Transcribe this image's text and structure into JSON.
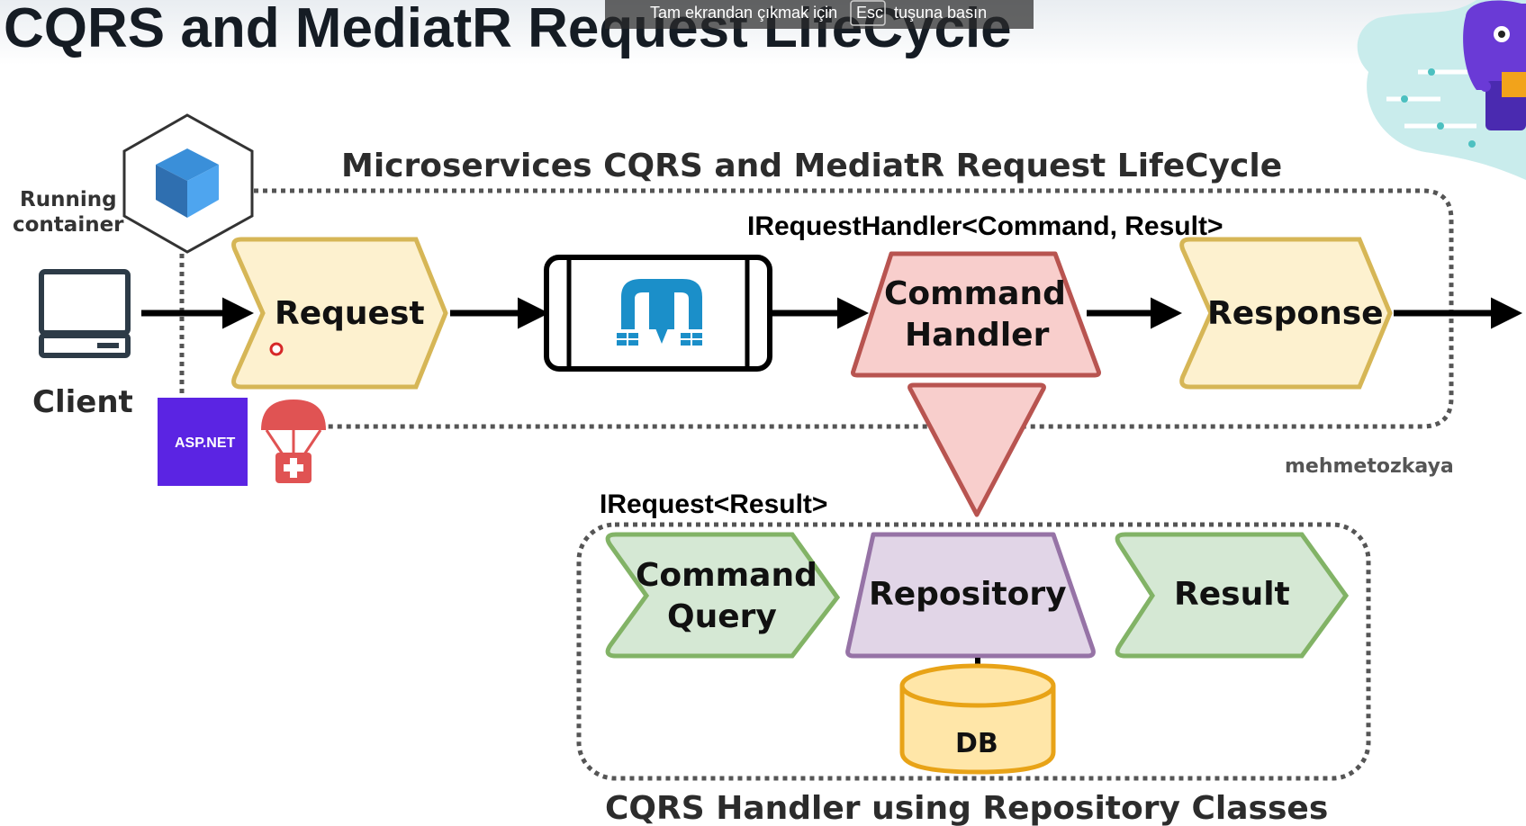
{
  "slide": {
    "title": "CQRS and MediatR Request LifeCycle"
  },
  "fullscreen_notice": {
    "prefix": "Tam ekrandan çıkmak için",
    "key": "Esc",
    "suffix": "tuşuna basın"
  },
  "diagram": {
    "top_title": "Microservices CQRS and MediatR Request LifeCycle",
    "handler_signature": "IRequestHandler<Command, Result>",
    "request_signature": "IRequest<Result>",
    "running_container": [
      "Running",
      "container"
    ],
    "client_label": "Client",
    "aspnet_label": "ASP.NET",
    "author": "mehmetozkaya",
    "request_label": "Request",
    "command_handler_label": [
      "Command",
      "Handler"
    ],
    "response_label": "Response",
    "command_query_label": [
      "Command",
      "Query"
    ],
    "repository_label": "Repository",
    "result_label": "Result",
    "db_label": "DB",
    "bottom_title": "CQRS Handler using Repository Classes"
  },
  "icons": [
    "container-cube-icon",
    "computer-icon",
    "aspnet-logo",
    "parachute-icon",
    "mediatr-logo-icon",
    "mascot-illustration"
  ],
  "colors": {
    "request_fill": "#fdf1cf",
    "request_stroke": "#d6b656",
    "handler_fill": "#f8cecc",
    "handler_stroke": "#b85450",
    "green_fill": "#d5e8d4",
    "green_stroke": "#82b366",
    "purple_fill": "#e1d5e7",
    "purple_stroke": "#9673a6",
    "db_fill": "#ffe6a8",
    "db_stroke": "#e8a317",
    "aspnet_bg": "#5b24e3",
    "mediatr_blue": "#1b8fc9"
  }
}
